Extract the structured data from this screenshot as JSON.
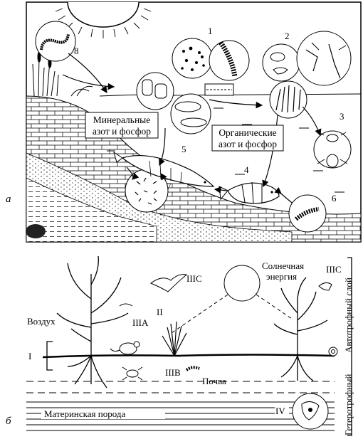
{
  "panel_a": {
    "letter": "а",
    "box_mineral": [
      "Минеральные",
      "азот и фосфор"
    ],
    "box_organic": [
      "Органические",
      "азот и фосфор"
    ],
    "numbers": [
      "1",
      "2",
      "3",
      "4",
      "5",
      "6",
      "7",
      "8"
    ]
  },
  "panel_b": {
    "letter": "б",
    "air": "Воздух",
    "soil": "Почва",
    "bedrock": "Материнская порода",
    "solar": [
      "Солнечная",
      "энергия"
    ],
    "autotrophic": "Автотрофный слой",
    "heterotrophic": "Гетеротрофный",
    "labels": {
      "I": "I",
      "II": "II",
      "IIIA": "IIIA",
      "IIIB": "IIIB",
      "IIIC_left": "IIIC",
      "IIIC_right": "IIIC",
      "IV": "IV"
    }
  }
}
